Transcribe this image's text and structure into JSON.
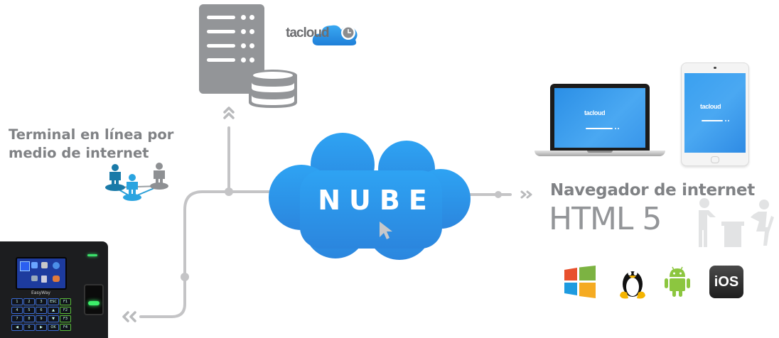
{
  "diagram": {
    "center_label": "NUBE",
    "brand": {
      "name": "tacloud",
      "accent_color": "#2e9ae8"
    },
    "left": {
      "title_line1": "Terminal en línea por",
      "title_line2": "medio de internet",
      "device": {
        "brand_label": "EasyWay",
        "keys": [
          "1",
          "2",
          "3",
          "ESC",
          "F1",
          "4",
          "5",
          "6",
          "▲",
          "F2",
          "7",
          "8",
          "9",
          "▼",
          "F3",
          "◀",
          "0",
          "▶",
          "OK",
          "F4"
        ]
      }
    },
    "right": {
      "title": "Navegador de internet",
      "subtitle": "HTML 5",
      "devices": [
        {
          "type": "laptop",
          "screen_logo": "tacloud"
        },
        {
          "type": "tablet",
          "screen_logo": "tacloud"
        }
      ],
      "platforms": [
        {
          "name": "Windows",
          "icon": "windows-icon"
        },
        {
          "name": "Linux",
          "icon": "linux-tux-icon"
        },
        {
          "name": "Android",
          "icon": "android-icon"
        },
        {
          "name": "iOS",
          "icon": "ios-icon",
          "label": "iOS"
        }
      ]
    },
    "top": {
      "server_icon": "server-database-icon"
    },
    "colors": {
      "connector": "#c4c4c6",
      "cloud": "#2e96ea",
      "icon_gray": "#939598",
      "text_gray": "#808285"
    }
  }
}
